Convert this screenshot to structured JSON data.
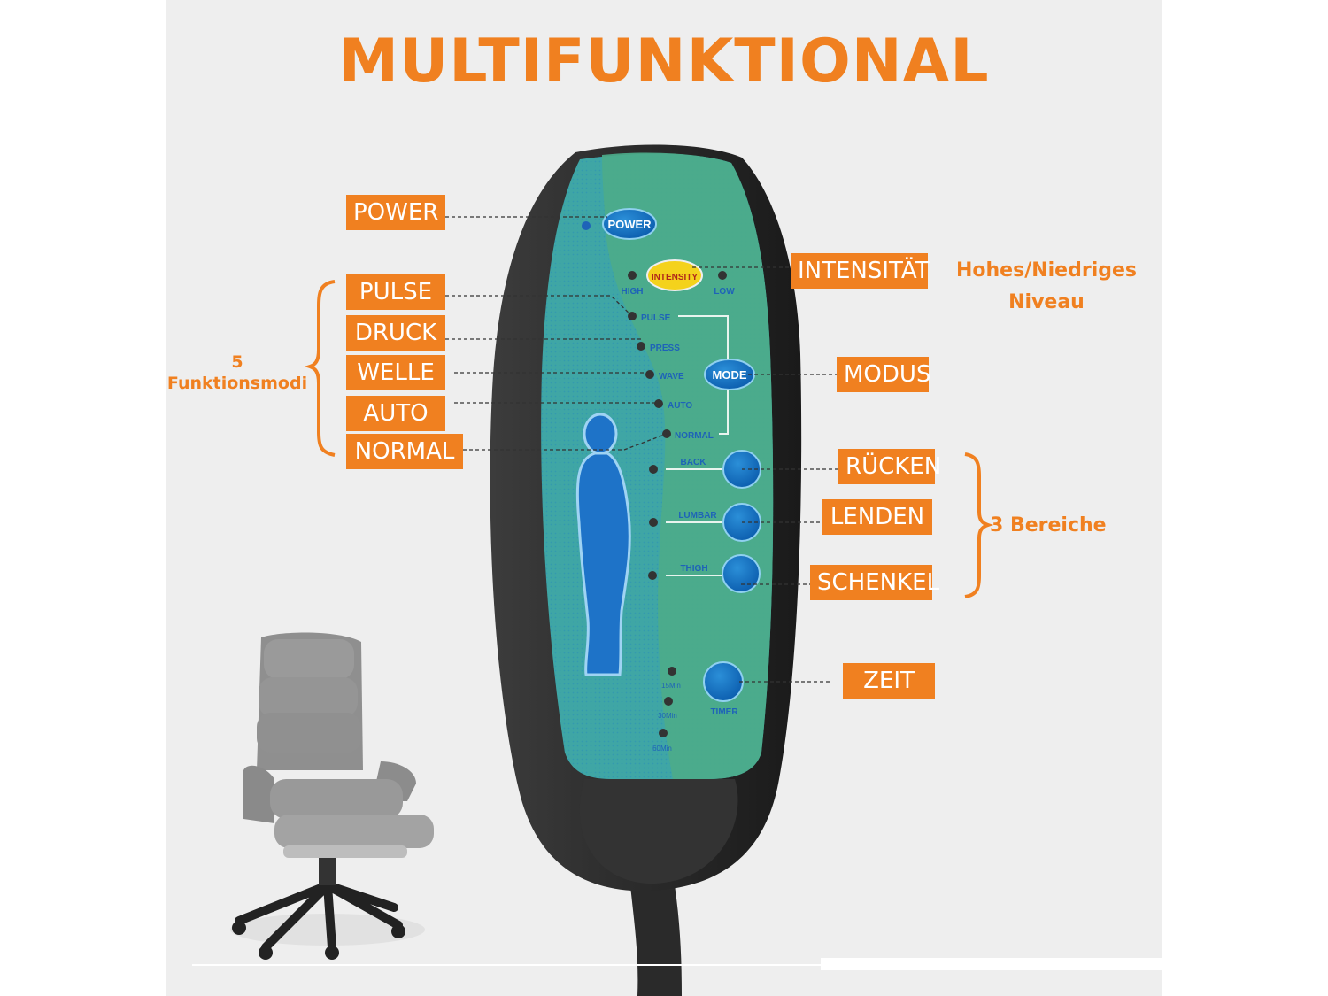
{
  "headline": "MULTIFUNKTIONAL",
  "accent_color": "#f08020",
  "callouts": {
    "power": "POWER",
    "pulse": "PULSE",
    "druck": "DRUCK",
    "welle": "WELLE",
    "auto": "AUTO",
    "normal": "NORMAL",
    "intensitaet": "INTENSITÄT",
    "modus": "MODUS",
    "ruecken": "RÜCKEN",
    "lenden": "LENDEN",
    "schenkel": "SCHENKEL",
    "zeit": "ZEIT"
  },
  "notes": {
    "modes_count": "5",
    "modes_label": "Funktionsmodi",
    "intensity_line1": "Hohes/Niedriges",
    "intensity_line2": "Niveau",
    "zones": "3 Bereiche"
  },
  "remote": {
    "power_button": "POWER",
    "intensity_button": "INTENSITY",
    "high": "HIGH",
    "low": "LOW",
    "modes": [
      "PULSE",
      "PRESS",
      "WAVE",
      "AUTO",
      "NORMAL"
    ],
    "mode_button": "MODE",
    "zones": [
      "BACK",
      "LUMBAR",
      "THIGH"
    ],
    "timer_button": "TIMER",
    "timer_options": [
      "15Min",
      "30Min",
      "60Min"
    ]
  }
}
